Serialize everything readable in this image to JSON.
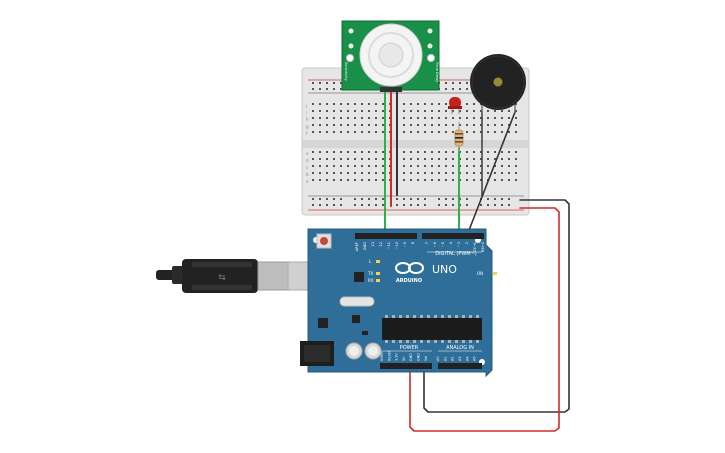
{
  "board": {
    "logo_text": "ARDUINO",
    "model_text": "UNO",
    "digital_label": "DIGITAL (PWM~)",
    "power_label": "POWER",
    "analog_label": "ANALOG IN",
    "indicator_labels": [
      "L",
      "TX",
      "RX",
      "ON"
    ],
    "header_pins_top": [
      "AREF",
      "GND",
      "13",
      "12",
      "~11",
      "~10",
      "~9",
      "8",
      "7",
      "~6",
      "~5",
      "4",
      "~3",
      "2",
      "TX→1",
      "RX←0"
    ],
    "header_pins_bottom": [
      "IOREF",
      "RESET",
      "3.3V",
      "5V",
      "GND",
      "GND",
      "Vin",
      "A0",
      "A1",
      "A2",
      "A3",
      "A4",
      "A5"
    ]
  },
  "pir": {
    "left_text": "Sensitivity",
    "right_text": "Time Delay"
  },
  "breadboard": {
    "row_letters_top": [
      "j",
      "i",
      "h",
      "g",
      "f"
    ],
    "row_letters_bottom": [
      "e",
      "d",
      "c",
      "b",
      "a"
    ]
  },
  "colors": {
    "board_blue": "#2f6e99",
    "pir_green": "#1a8f4a",
    "wire_red": "#d22a2a",
    "wire_black": "#333333",
    "wire_green": "#2db24a",
    "breadboard": "#e8e8e8",
    "led_red": "#c0241c"
  }
}
